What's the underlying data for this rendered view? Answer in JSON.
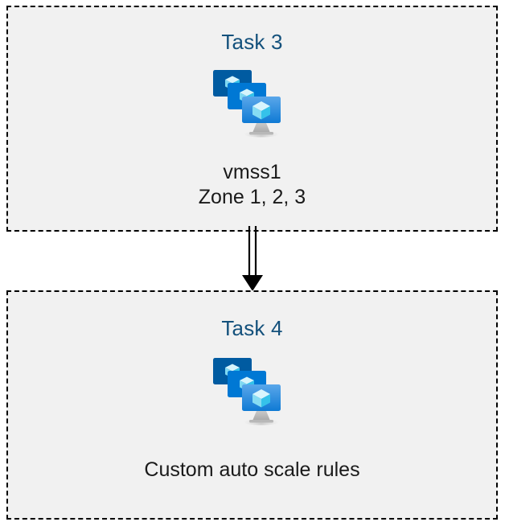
{
  "diagram": {
    "type": "flow",
    "background_color": "#ffffff",
    "box_fill_color": "#f1f1f1",
    "box_border_color": "#000000",
    "box_border_style": "dashed",
    "title_color": "#14517c",
    "caption_color": "#1a1a1a",
    "connector_color": "#000000",
    "nodes": [
      {
        "id": "task-3",
        "title": "Task 3",
        "icon": "azure-vm-scale-set-icon",
        "caption": "vmss1\nZone 1, 2, 3"
      },
      {
        "id": "task-4",
        "title": "Task 4",
        "icon": "azure-vm-scale-set-icon",
        "caption": "Custom auto scale rules"
      }
    ],
    "connectors": [
      {
        "id": "task3-to-task4",
        "from": "task-3",
        "to": "task-4",
        "style": "double-line-arrow",
        "direction": "down"
      }
    ]
  },
  "icon_colors": {
    "monitor_back": "#005ba1",
    "monitor_middle": "#0078d4",
    "monitor_front_top": "#50a0e6",
    "monitor_front_bottom": "#0f7ad4",
    "cube_light": "#c3f1fb",
    "cube_mid": "#9be5f7",
    "cube_dark": "#32bfe8",
    "stand": "#b3b3b3"
  }
}
